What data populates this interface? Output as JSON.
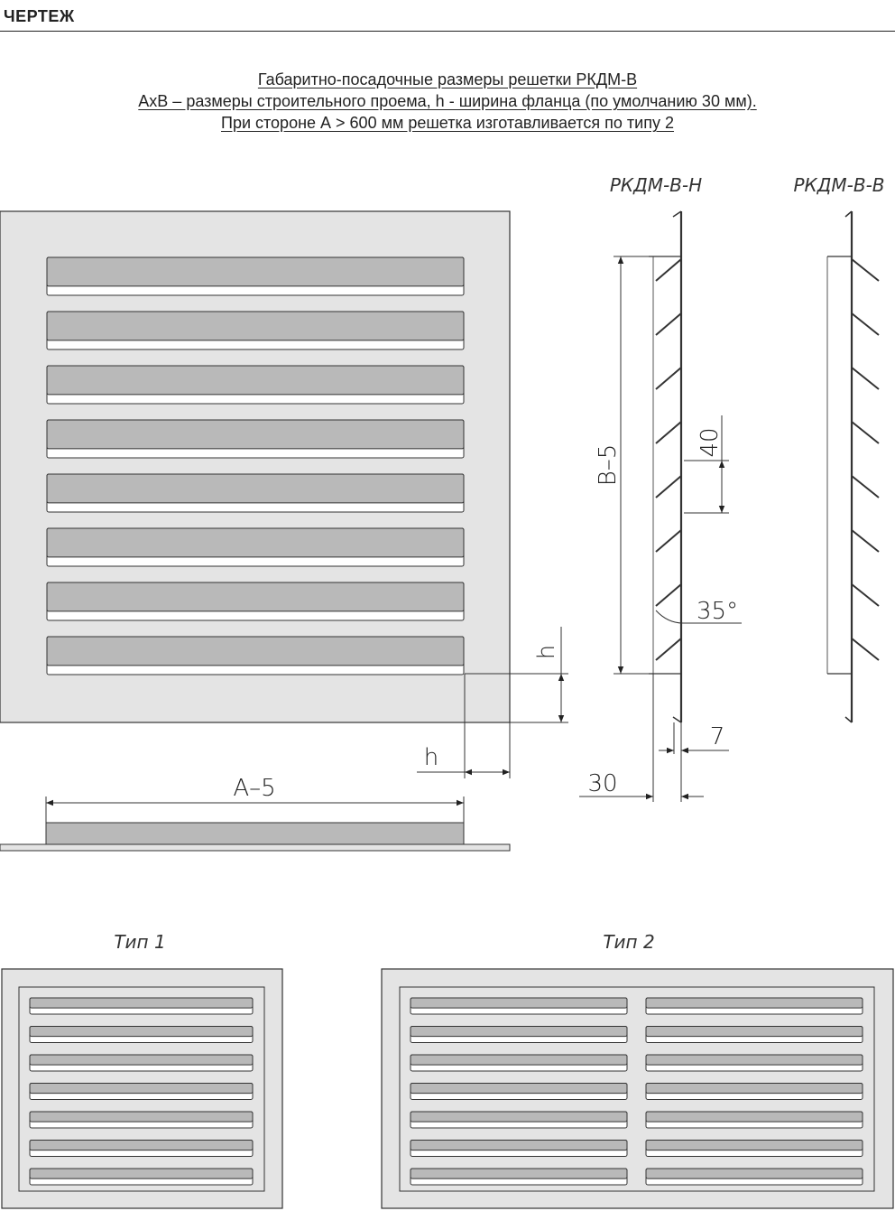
{
  "header": {
    "title": "ЧЕРТЕЖ"
  },
  "caption": {
    "line1": "Габаритно-посадочные размеры решетки РКДМ-В",
    "line2": "АхВ – размеры строительного проема, h - ширина фланца (по умолчанию 30 мм).",
    "line3": "При стороне А > 600 мм решетка изготавливается по типу 2"
  },
  "views": {
    "side_h_label": "РКДМ-В-Н",
    "side_b_label": "РКДМ-В-В",
    "type1_label": "Тип 1",
    "type2_label": "Тип 2"
  },
  "dimensions": {
    "a_minus_5": "А–5",
    "b_minus_5": "В–5",
    "h_vertical": "h",
    "h_horizontal": "h",
    "blade_pitch": "40",
    "blade_angle": "35°",
    "blade_depth": "7",
    "flange_width": "30"
  },
  "colors": {
    "frame_fill": "#e4e4e4",
    "slot_fill": "#b9b9b9",
    "line": "#222222"
  }
}
